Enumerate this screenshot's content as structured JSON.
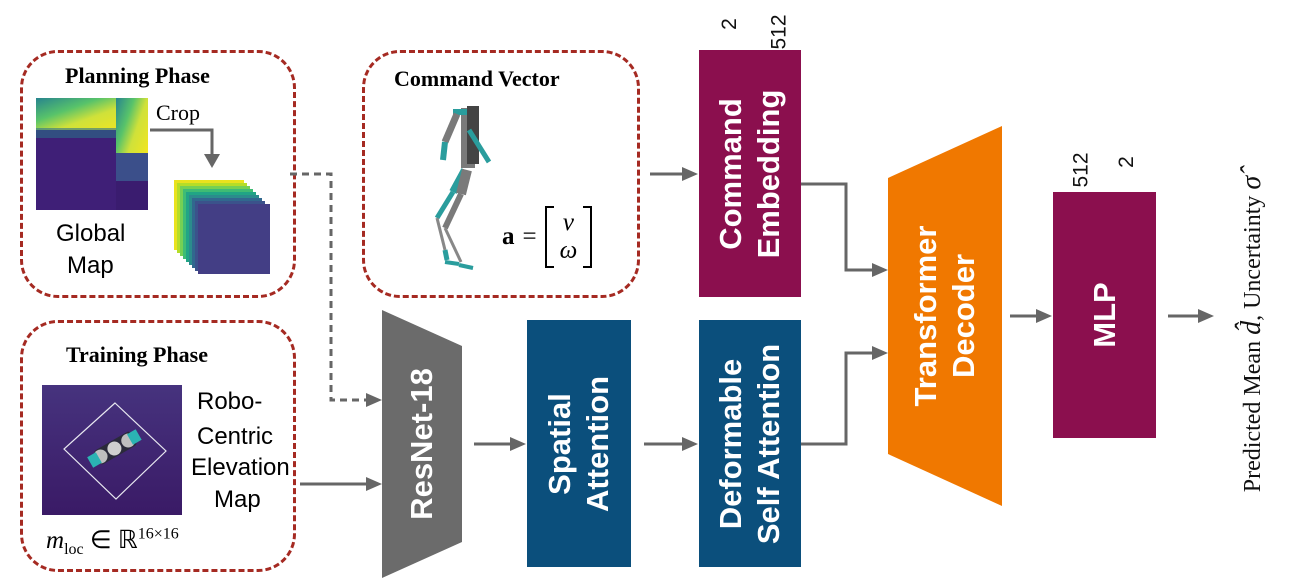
{
  "planning_phase": {
    "title": "Planning Phase",
    "crop_label": "Crop",
    "global_map_label": [
      "Global",
      "Map"
    ]
  },
  "training_phase": {
    "title": "Training Phase",
    "map_label": [
      "Robo-",
      "Centric",
      "Elevation",
      "Map"
    ],
    "formula_base": "m",
    "formula_sub": "loc",
    "formula_in": "∈ ℝ",
    "formula_sup": "16×16"
  },
  "command_vector": {
    "title": "Command Vector",
    "formula_lhs": "a",
    "formula_eq": "=",
    "formula_v": "v",
    "formula_w": "ω"
  },
  "blocks": {
    "resnet": "ResNet-18",
    "spatial_attention": [
      "Spatial",
      "Attention"
    ],
    "deformable": [
      "Deformable",
      "Self Attention"
    ],
    "command_embedding": [
      "Command",
      "Embedding"
    ],
    "transformer": [
      "Transformer",
      "Decoder"
    ],
    "mlp": "MLP"
  },
  "dims": {
    "cmd_in": "2",
    "cmd_out": "512",
    "mlp_in": "512",
    "mlp_out": "2"
  },
  "output": {
    "mean_label": "Predicted Mean",
    "mean_symbol": "d̂",
    "separator": ",",
    "uncertainty_label": "Uncertainty",
    "uncertainty_symbol": "σ̂"
  },
  "colors": {
    "phase_border": "#a52a22",
    "embedding": "#8b0f4e",
    "attention": "#0b4f7c",
    "transformer": "#f07800",
    "resnet": "#6b6b6b",
    "arrow": "#666666"
  }
}
